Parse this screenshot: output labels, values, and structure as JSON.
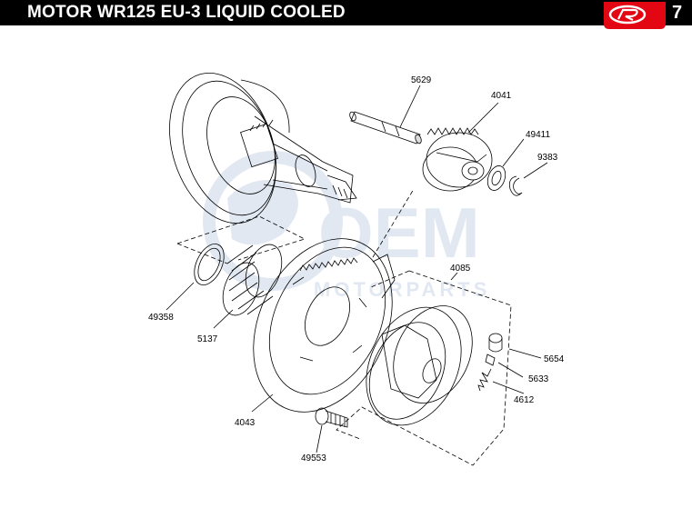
{
  "header": {
    "title": "MOTOR WR125 EU-3 LIQUID COOLED",
    "page_number": "7",
    "logo": "R"
  },
  "watermark": {
    "brand": "OEM",
    "subtitle": "MOTORPARTS"
  },
  "parts": {
    "p5629": "5629",
    "p4041": "4041",
    "p49411": "49411",
    "p9383": "9383",
    "p4085": "4085",
    "p49358": "49358",
    "p5137": "5137",
    "p5654": "5654",
    "p5633": "5633",
    "p4612": "4612",
    "p4043": "4043",
    "p49553": "49553"
  },
  "colors": {
    "header_bg": "#000000",
    "header_text": "#ffffff",
    "logo_red": "#e30613",
    "line": "#000000",
    "watermark": "#c9d7e8"
  }
}
